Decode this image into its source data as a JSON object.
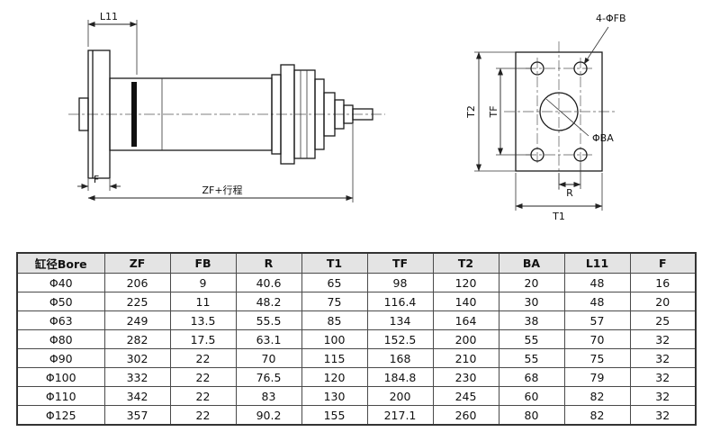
{
  "drawing": {
    "side_view": {
      "l11_label": "L11",
      "f_label": "F",
      "zf_label": "ZF+行程"
    },
    "end_view": {
      "fb_label": "4-ΦFB",
      "t2_label": "T2",
      "tf_label": "TF",
      "ba_label": "ΦBA",
      "r_label": "R",
      "t1_label": "T1"
    }
  },
  "table": {
    "headers": [
      "缸径Bore",
      "ZF",
      "FB",
      "R",
      "T1",
      "TF",
      "T2",
      "BA",
      "L11",
      "F"
    ],
    "rows": [
      [
        "Φ40",
        "206",
        "9",
        "40.6",
        "65",
        "98",
        "120",
        "20",
        "48",
        "16"
      ],
      [
        "Φ50",
        "225",
        "11",
        "48.2",
        "75",
        "116.4",
        "140",
        "30",
        "48",
        "20"
      ],
      [
        "Φ63",
        "249",
        "13.5",
        "55.5",
        "85",
        "134",
        "164",
        "38",
        "57",
        "25"
      ],
      [
        "Φ80",
        "282",
        "17.5",
        "63.1",
        "100",
        "152.5",
        "200",
        "55",
        "70",
        "32"
      ],
      [
        "Φ90",
        "302",
        "22",
        "70",
        "115",
        "168",
        "210",
        "55",
        "75",
        "32"
      ],
      [
        "Φ100",
        "332",
        "22",
        "76.5",
        "120",
        "184.8",
        "230",
        "68",
        "79",
        "32"
      ],
      [
        "Φ110",
        "342",
        "22",
        "83",
        "130",
        "200",
        "245",
        "60",
        "82",
        "32"
      ],
      [
        "Φ125",
        "357",
        "22",
        "90.2",
        "155",
        "217.1",
        "260",
        "80",
        "82",
        "32"
      ]
    ]
  },
  "colors": {
    "line": "#1a1a1a",
    "header_bg": "#e4e4e4"
  }
}
